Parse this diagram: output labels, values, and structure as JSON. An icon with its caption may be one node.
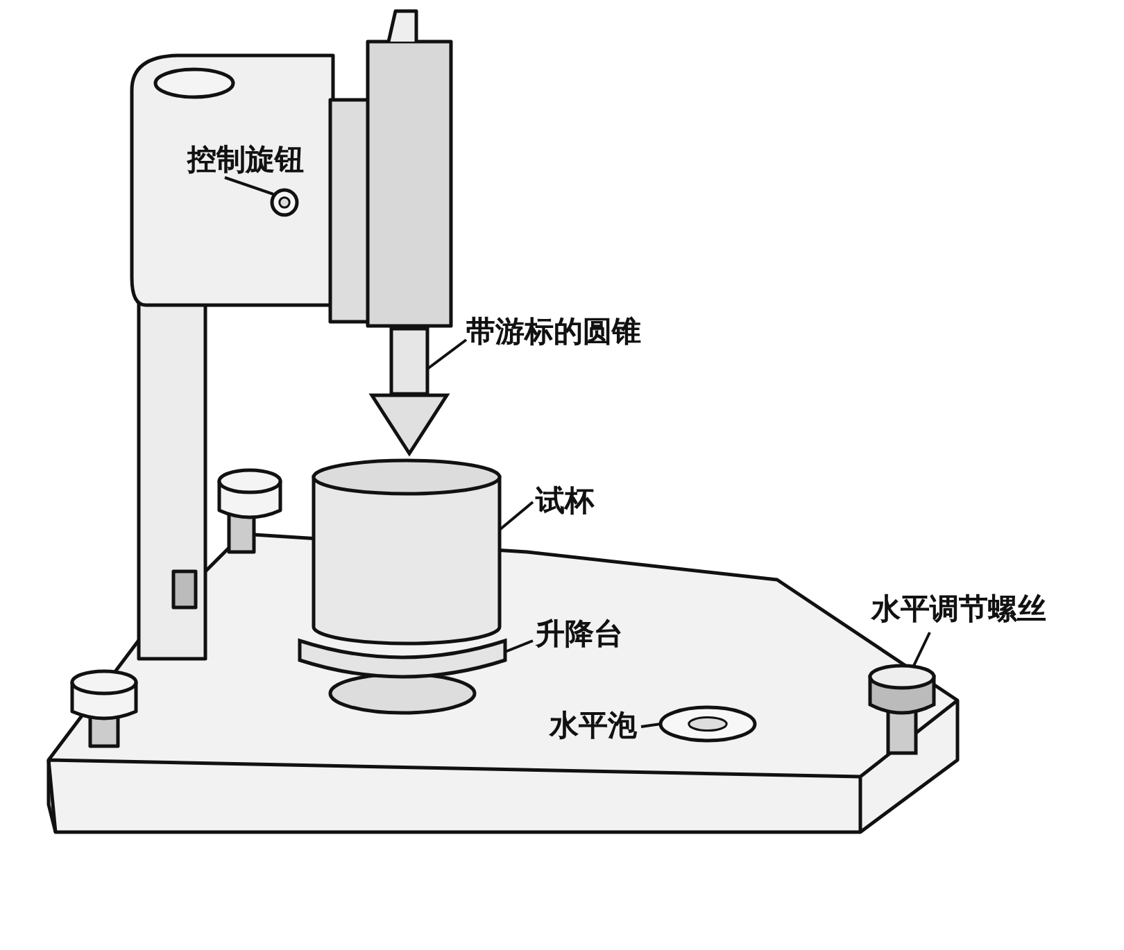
{
  "diagram": {
    "nodes": [
      {
        "text": [
          "控制旋钮"
        ]
      },
      {
        "text": [],
        "shape": "circle"
      },
      {
        "text": [
          "带游标的圆锥"
        ]
      },
      {
        "text": [],
        "shape": "picture"
      },
      {
        "text": [
          "试杯"
        ]
      },
      {
        "text": [],
        "shape": "cylinder"
      },
      {
        "text": [
          "升降台"
        ]
      },
      {
        "text": [],
        "shape": "picture"
      },
      {
        "text": [
          "水平泡"
        ]
      },
      {
        "text": [],
        "shape": "circle"
      },
      {
        "text": [
          "水平调节螺丝"
        ]
      },
      {
        "text": [],
        "shape": "picture"
      }
    ],
    "edges": [
      {
        "from": 0,
        "to": 1,
        "arrow": "none"
      },
      {
        "from": 2,
        "to": 3,
        "arrow": "none"
      },
      {
        "from": 4,
        "to": 5,
        "arrow": "none"
      },
      {
        "from": 6,
        "to": 7,
        "arrow": "none"
      },
      {
        "from": 8,
        "to": 9,
        "arrow": "none"
      },
      {
        "from": 10,
        "to": 11,
        "arrow": "none"
      }
    ]
  }
}
